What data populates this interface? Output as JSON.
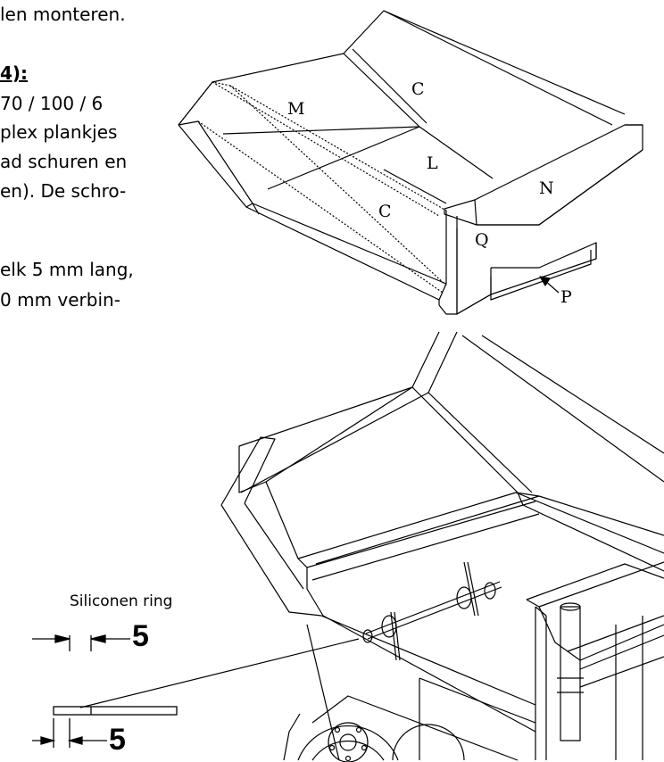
{
  "text": {
    "lines": [
      "len monteren.",
      "4):",
      "70 / 100 / 6",
      "plex plankjes",
      "ad schuren en",
      "en). De schro-",
      "",
      "elk 5 mm lang,",
      "0 mm verbin-"
    ]
  },
  "figure_top": {
    "labels": {
      "c_top": "C",
      "m": "M",
      "l": "L",
      "n": "N",
      "c_bottom": "C",
      "q": "Q",
      "p": "P"
    }
  },
  "figure_bottom": {
    "caption": "Siliconen ring",
    "dim_top": "5",
    "dim_bottom": "5"
  }
}
